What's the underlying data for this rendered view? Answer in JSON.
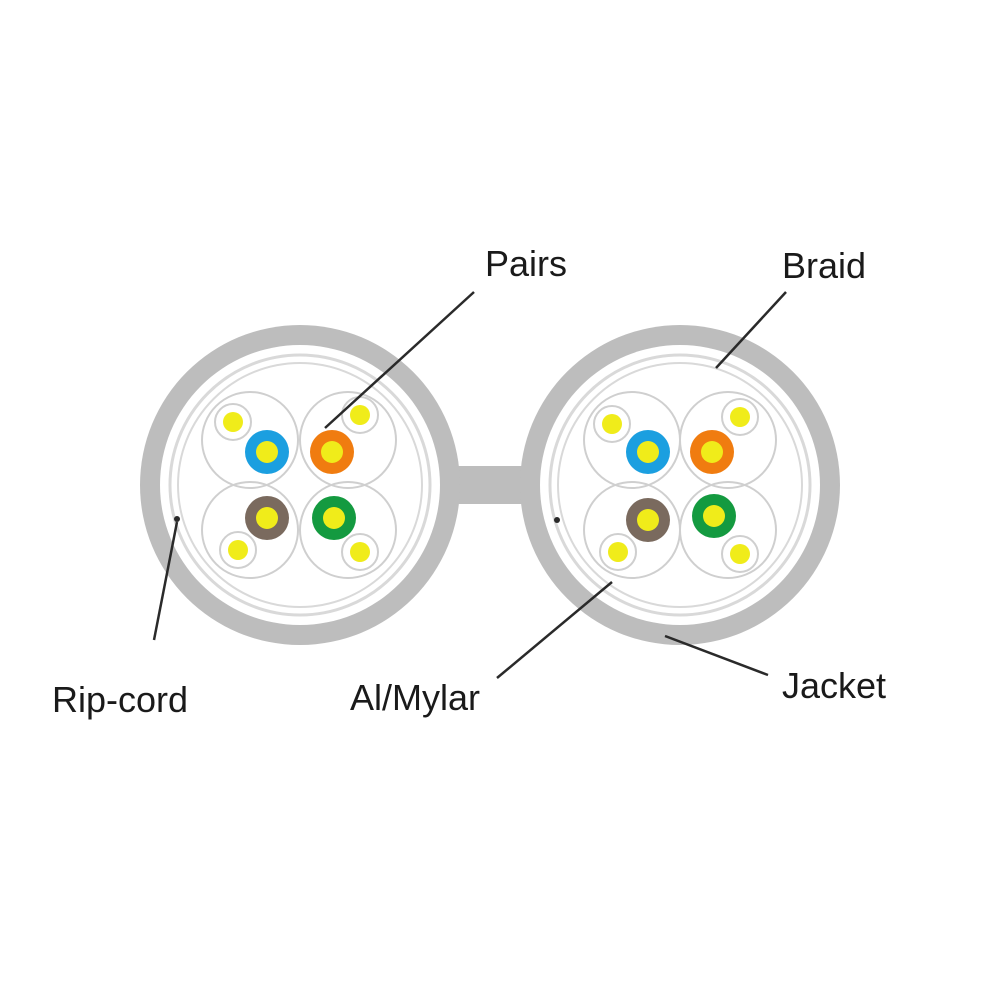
{
  "labels": {
    "pairs": "Pairs",
    "braid": "Braid",
    "rip_cord": "Rip-cord",
    "al_mylar": "Al/Mylar",
    "jacket": "Jacket"
  },
  "colors": {
    "jacket": "#bdbdbd",
    "inner_ring": "#d9d9d9",
    "background": "#ffffff",
    "pair_outline": "#cfcfcf",
    "conductor": "#f0ec1a",
    "blue": "#1b9fe0",
    "orange": "#f07c10",
    "brown": "#7a6a5e",
    "green": "#149a40",
    "leader": "#2a2a2a"
  }
}
